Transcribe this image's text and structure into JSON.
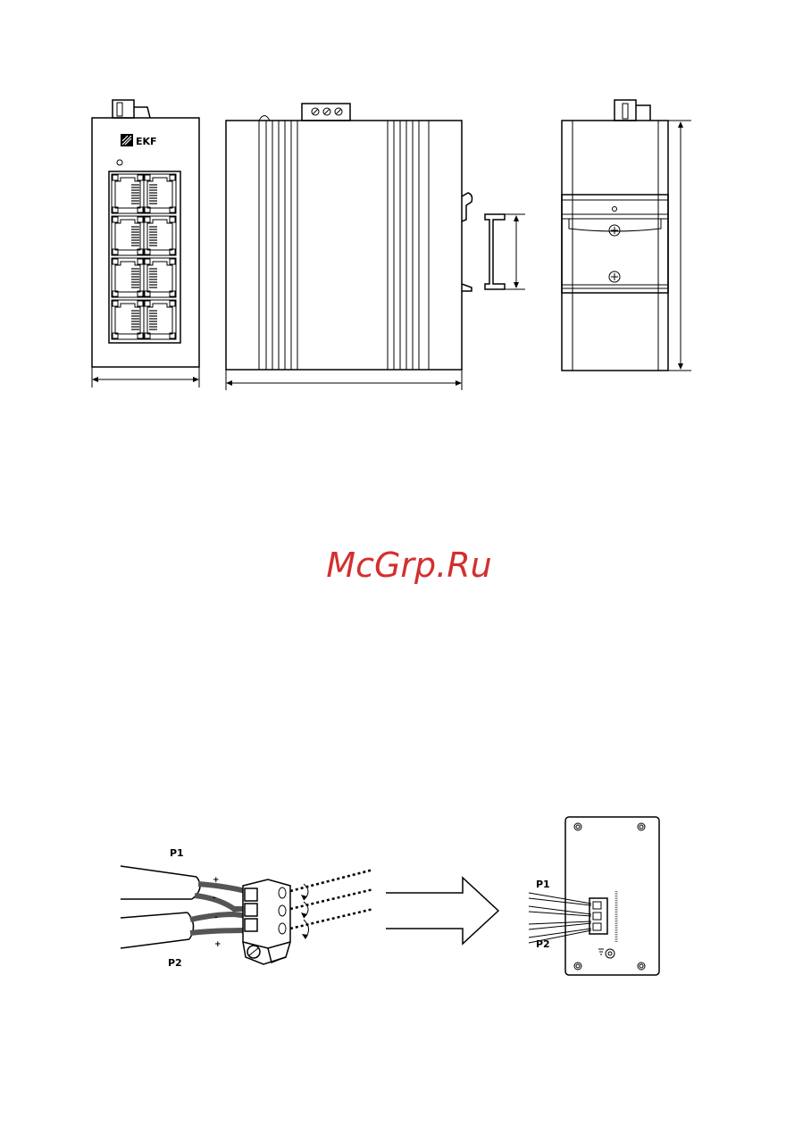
{
  "brand": {
    "logo_text": "EKF"
  },
  "watermark": {
    "text": "McGrp.Ru"
  },
  "wiring": {
    "cable_top_label": "P1",
    "cable_bottom_label": "P2",
    "plus": "+",
    "minus": "-",
    "device_label_top": "P1",
    "device_label_bottom": "P2"
  },
  "colors": {
    "line": "#000000",
    "watermark": "#d32f2f",
    "background": "#ffffff"
  }
}
